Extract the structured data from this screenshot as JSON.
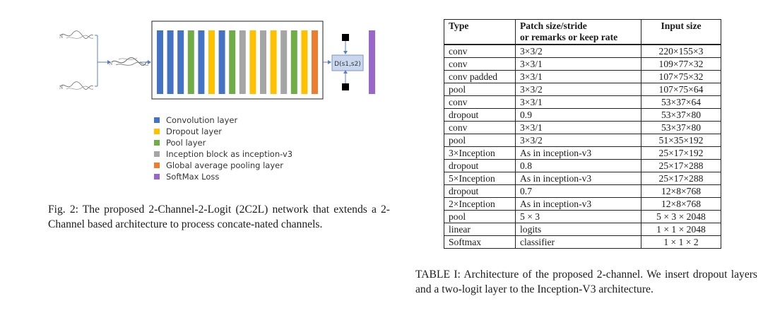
{
  "figure": {
    "input_labels": [
      "N",
      "N",
      "N"
    ],
    "layer_sequence": [
      "conv",
      "conv",
      "conv",
      "pool",
      "conv",
      "dropout",
      "conv",
      "pool",
      "inception",
      "dropout",
      "inception",
      "dropout",
      "inception",
      "pool",
      "dropout",
      "avgpool"
    ],
    "distance_label": "D(s1,s2)",
    "legend": [
      {
        "label": "Convolution layer",
        "color": "#4472c4"
      },
      {
        "label": "Dropout layer",
        "color": "#ffc000"
      },
      {
        "label": "Pool layer",
        "color": "#70ad47"
      },
      {
        "label": "Inception block as inception-v3",
        "color": "#a5a5a5"
      },
      {
        "label": "Global average pooling layer",
        "color": "#ed7d31"
      },
      {
        "label": "SoftMax Loss",
        "color": "#9966cc"
      }
    ],
    "caption": "Fig. 2: The proposed 2-Channel-2-Logit (2C2L) network that extends a 2-Channel based architecture to process concate-nated channels."
  },
  "table": {
    "headers": [
      "Type",
      "Patch size/stride\nor remarks or keep rate",
      "Input size"
    ],
    "rows": [
      [
        "conv",
        "3×3/2",
        "220×155×3"
      ],
      [
        "conv",
        "3×3/1",
        "109×77×32"
      ],
      [
        "conv padded",
        "3×3/1",
        "107×75×32"
      ],
      [
        "pool",
        "3×3/2",
        "107×75×64"
      ],
      [
        "conv",
        "3×3/1",
        "53×37×64"
      ],
      [
        "dropout",
        "0.9",
        "53×37×80"
      ],
      [
        "conv",
        "3×3/1",
        "53×37×80"
      ],
      [
        "pool",
        "3×3/2",
        "51×35×192"
      ],
      [
        "3×Inception",
        "As in inception-v3",
        "25×17×192"
      ],
      [
        "dropout",
        "0.8",
        "25×17×288"
      ],
      [
        "5×Inception",
        "As in inception-v3",
        "25×17×288"
      ],
      [
        "dropout",
        "0.7",
        "12×8×768"
      ],
      [
        "2×Inception",
        "As in inception-v3",
        "12×8×768"
      ],
      [
        "pool",
        "5 × 3",
        "5 × 3 × 2048"
      ],
      [
        "linear",
        "logits",
        "1 × 1 × 2048"
      ],
      [
        "Softmax",
        "classifier",
        "1 × 1 × 2"
      ]
    ],
    "caption": "TABLE I: Architecture of the proposed 2-channel. We insert dropout layers and a two-logit layer to the Inception-V3 architecture."
  }
}
